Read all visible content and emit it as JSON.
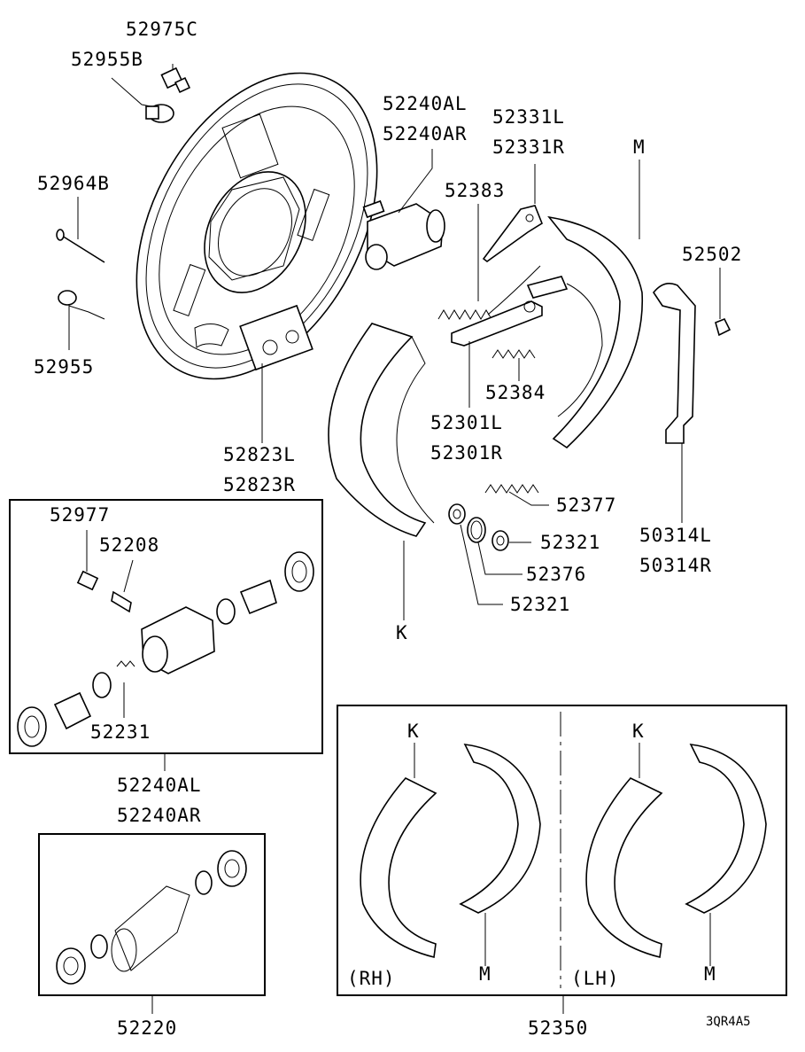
{
  "labels": {
    "p52975C": "52975C",
    "p52955B": "52955B",
    "p52964B": "52964B",
    "p52955": "52955",
    "p52240AL": "52240AL",
    "p52240AR": "52240AR",
    "p52331L": "52331L",
    "p52331R": "52331R",
    "M_top": "M",
    "p52383": "52383",
    "p52502": "52502",
    "p52384": "52384",
    "p52301L": "52301L",
    "p52301R": "52301R",
    "p52823L": "52823L",
    "p52823R": "52823R",
    "p52377": "52377",
    "p50314L": "50314L",
    "p50314R": "50314R",
    "p52321a": "52321",
    "p52376": "52376",
    "p52321b": "52321",
    "K_top": "K",
    "p52977": "52977",
    "p52208": "52208",
    "p52231": "52231",
    "p52240AL_b": "52240AL",
    "p52240AR_b": "52240AR",
    "p52220": "52220",
    "set_K1": "K",
    "set_K2": "K",
    "set_M1": "M",
    "set_M2": "M",
    "set_RH": "(RH)",
    "set_LH": "(LH)",
    "p52350": "52350",
    "code": "3QR4A5"
  }
}
